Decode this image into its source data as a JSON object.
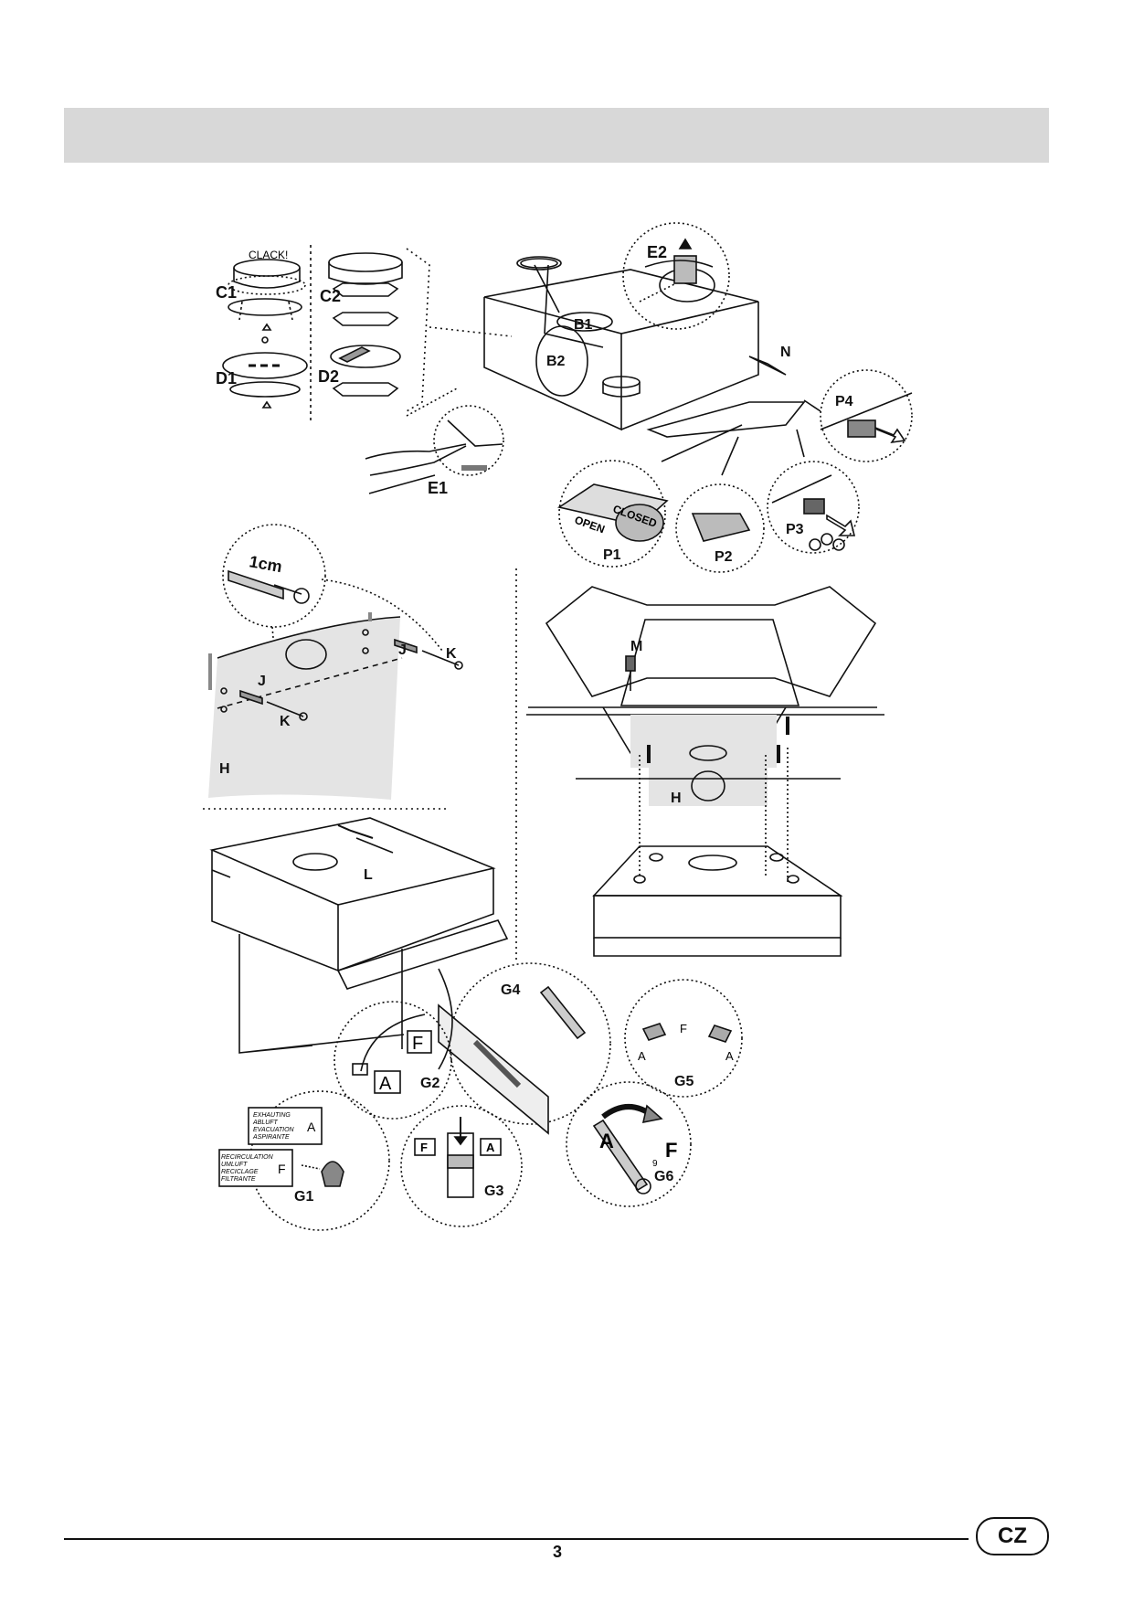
{
  "header": {
    "title": ""
  },
  "labels": {
    "clack": "CLACK!",
    "c1": "C1",
    "c2": "C2",
    "d1": "D1",
    "d2": "D2",
    "e1": "E1",
    "e2": "E2",
    "b1": "B1",
    "b2": "B2",
    "n": "N",
    "p1": "P1",
    "p2": "P2",
    "p3": "P3",
    "p4": "P4",
    "closed": "CLOSED",
    "open": "OPEN",
    "one_cm": "1cm",
    "j1": "J",
    "j2": "J",
    "k1": "K",
    "k2": "K",
    "h1": "H",
    "h2": "H",
    "l": "L",
    "m": "M",
    "g1": "G1",
    "g2": "G2",
    "g3": "G3",
    "g4": "G4",
    "g5": "G5",
    "g6": "G6",
    "f": "F",
    "a": "A",
    "nine": "9"
  },
  "g1_panel": {
    "exhausting_lines": [
      "EXHAUTING",
      "ABLUFT",
      "EVACUATION",
      "ASPIRANTE"
    ],
    "exhausting_letter": "A",
    "recirculation_lines": [
      "RECIRCULATION",
      "UMLUFT",
      "RECICLAGE",
      "FILTRANTE"
    ],
    "recirculation_letter": "F"
  },
  "footer": {
    "page_number": "3",
    "language": "CZ"
  }
}
